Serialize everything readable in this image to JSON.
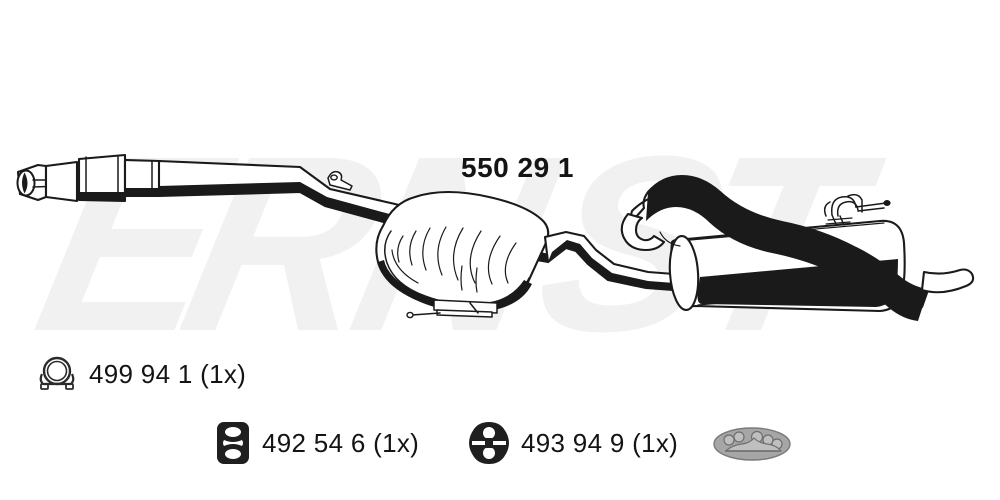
{
  "diagram": {
    "title": "Exhaust system assembly drawing",
    "watermark_text": "ERNST",
    "watermark_color": "#f1f1f1",
    "background_color": "#ffffff",
    "line_color": "#1a1a1a",
    "main_part_number": "550 29 1",
    "components": [
      {
        "name": "front-pipe-flared-end",
        "description": "flared inlet pipe end with slot"
      },
      {
        "name": "pipe-sleeve-collar",
        "description": "collar / sleeve joint on front pipe"
      },
      {
        "name": "connecting-pipe",
        "description": "long bent connecting pipe"
      },
      {
        "name": "pipe-hanger-tab",
        "description": "small hook tab bracket on pipe"
      },
      {
        "name": "centre-silencer",
        "description": "oval ribbed centre muffler box"
      },
      {
        "name": "centre-silencer-hanger-pin",
        "description": "hanger pin under centre silencer"
      },
      {
        "name": "rear-silencer",
        "description": "cylindrical rear silencer drum"
      },
      {
        "name": "tailpipe",
        "description": "over-arching tail pipe outlet"
      },
      {
        "name": "rear-hanger-bracket",
        "description": "wire hanger rods on rear silencer"
      }
    ]
  },
  "accessories": [
    {
      "id": "clamp",
      "icon": "exhaust-clamp-icon",
      "part_number": "499 94 1",
      "quantity": "(1x)",
      "label": "499 94 1 (1x)"
    },
    {
      "id": "rubber-mount",
      "icon": "rubber-mount-icon",
      "part_number": "492 54 6",
      "quantity": "(1x)",
      "label": "492 54 6 (1x)"
    },
    {
      "id": "rubber-hanger",
      "icon": "rubber-hanger-icon",
      "part_number": "493 94 9",
      "quantity": "(1x)",
      "label": "493 94 9 (1x)"
    },
    {
      "id": "gasket",
      "icon": "gasket-seal-icon",
      "part_number": "",
      "quantity": "",
      "label": ""
    }
  ]
}
